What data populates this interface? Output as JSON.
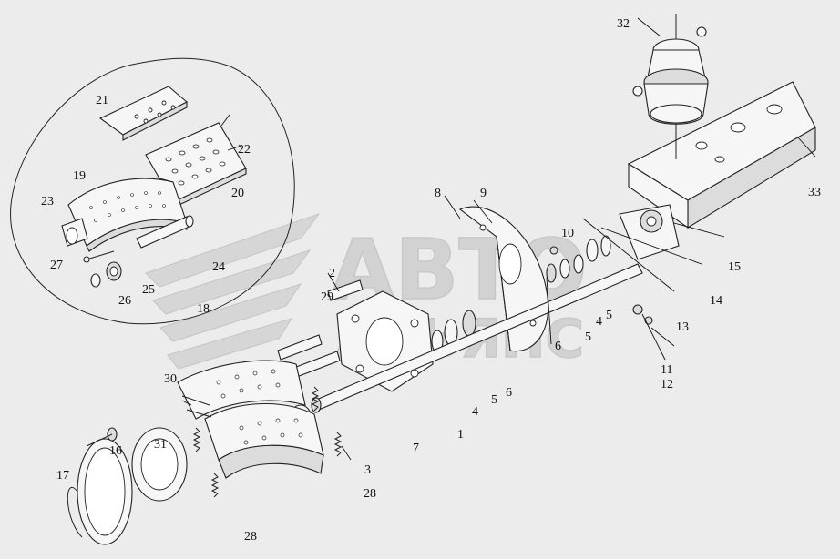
{
  "watermark": {
    "line1": "АВТО",
    "line2": "АЛЬЯНС"
  },
  "callouts": [
    {
      "id": "c1",
      "text": "1"
    },
    {
      "id": "c2",
      "text": "2"
    },
    {
      "id": "c3",
      "text": "3"
    },
    {
      "id": "c4a",
      "text": "4"
    },
    {
      "id": "c4b",
      "text": "4"
    },
    {
      "id": "c5a",
      "text": "5"
    },
    {
      "id": "c5b",
      "text": "5"
    },
    {
      "id": "c5c",
      "text": "5"
    },
    {
      "id": "c6a",
      "text": "6"
    },
    {
      "id": "c6b",
      "text": "6"
    },
    {
      "id": "c7",
      "text": "7"
    },
    {
      "id": "c8",
      "text": "8"
    },
    {
      "id": "c9",
      "text": "9"
    },
    {
      "id": "c10",
      "text": "10"
    },
    {
      "id": "c11",
      "text": "11"
    },
    {
      "id": "c12",
      "text": "12"
    },
    {
      "id": "c13",
      "text": "13"
    },
    {
      "id": "c14",
      "text": "14"
    },
    {
      "id": "c15",
      "text": "15"
    },
    {
      "id": "c16",
      "text": "16"
    },
    {
      "id": "c17",
      "text": "17"
    },
    {
      "id": "c18",
      "text": "18"
    },
    {
      "id": "c19",
      "text": "19"
    },
    {
      "id": "c20",
      "text": "20"
    },
    {
      "id": "c21",
      "text": "21"
    },
    {
      "id": "c22",
      "text": "22"
    },
    {
      "id": "c23",
      "text": "23"
    },
    {
      "id": "c24",
      "text": "24"
    },
    {
      "id": "c25",
      "text": "25"
    },
    {
      "id": "c26",
      "text": "26"
    },
    {
      "id": "c27",
      "text": "27"
    },
    {
      "id": "c28a",
      "text": "28"
    },
    {
      "id": "c28b",
      "text": "28"
    },
    {
      "id": "c29",
      "text": "29"
    },
    {
      "id": "c30",
      "text": "30"
    },
    {
      "id": "c31",
      "text": "31"
    },
    {
      "id": "c32",
      "text": "32"
    },
    {
      "id": "c33",
      "text": "33"
    }
  ]
}
